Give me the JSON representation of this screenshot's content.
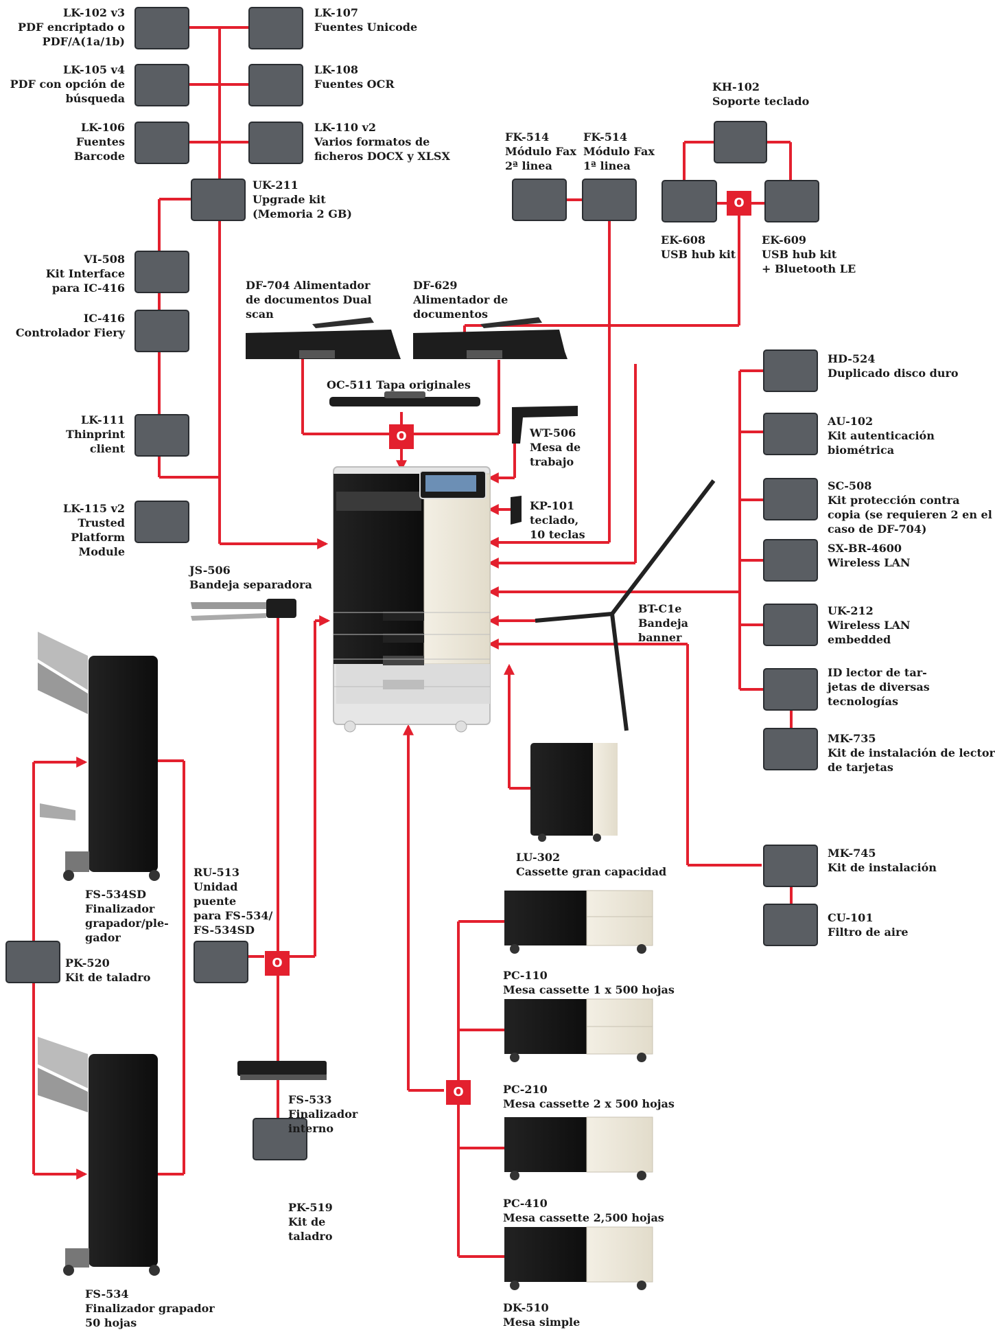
{
  "colors": {
    "line": "#e3202e",
    "box": "#5a5e63",
    "box_border": "#2a2d31",
    "text": "#1b1b1b"
  },
  "or_label": "O",
  "labels": {
    "lk102": "LK-102 v3\nPDF encriptado o\nPDF/A(1a/1b)",
    "lk107": "LK-107\nFuentes Unicode",
    "lk105": "LK-105 v4\nPDF con opción de\nbúsqueda",
    "lk108": "LK-108\nFuentes OCR",
    "lk106": "LK-106\nFuentes\nBarcode",
    "lk110": "LK-110 v2\nVarios formatos de\nficheros DOCX y XLSX",
    "uk211": "UK-211\nUpgrade kit\n(Memoria 2 GB)",
    "vi508": "VI-508\nKit Interface\npara IC-416",
    "ic416": "IC-416\nControlador Fiery",
    "lk111": "LK-111\nThinprint\nclient",
    "lk115": "LK-115 v2\nTrusted\nPlatform\nModule",
    "fk514b": "FK-514\nMódulo Fax\n2ª linea",
    "fk514a": "FK-514\nMódulo Fax\n1ª linea",
    "kh102": "KH-102\nSoporte teclado",
    "ek608": "EK-608\nUSB hub kit",
    "ek609": "EK-609\nUSB hub kit\n+ Bluetooth LE",
    "df704": "DF-704 Alimentador\nde documentos Dual\nscan",
    "df629": "DF-629\nAlimentador de\ndocumentos",
    "oc511": "OC-511 Tapa originales",
    "wt506": "WT-506\nMesa de\ntrabajo",
    "kp101": "KP-101\nteclado,\n10 teclas",
    "hd524": "HD-524\nDuplicado disco duro",
    "au102": "AU-102\nKit autenticación\nbiométrica",
    "sc508": "SC-508\nKit protección contra\ncopia (se requieren 2 en el\ncaso de DF-704)",
    "sxbr": "SX-BR-4600\nWireless LAN",
    "uk212": "UK-212\nWireless LAN\nembedded",
    "idlector": "ID lector de tar-\njetas de diversas\ntecnologías",
    "mk735": "MK-735\nKit de instalación de lector\nde tarjetas",
    "js506": "JS-506\nBandeja separadora",
    "btc1e": "BT-C1e\nBandeja\nbanner",
    "fs534sd": "FS-534SD\nFinalizador\ngrapador/ple-\ngador",
    "ru513": "RU-513\nUnidad\npuente\npara FS-534/\nFS-534SD",
    "pk520": "PK-520\nKit de taladro",
    "lu302": "LU-302\nCassette gran capacidad",
    "mk745": "MK-745\nKit de instalación",
    "cu101": "CU-101\nFiltro de aire",
    "pc110": "PC-110\nMesa cassette 1 x 500 hojas",
    "pc210": "PC-210\nMesa cassette 2 x 500 hojas",
    "pc410": "PC-410\nMesa cassette 2,500 hojas",
    "dk510": "DK-510\nMesa simple",
    "fs533": "FS-533\nFinalizador\ninterno",
    "pk519": "PK-519\nKit de\ntaladro",
    "fs534": "FS-534\nFinalizador grapador\n50 hojas"
  }
}
